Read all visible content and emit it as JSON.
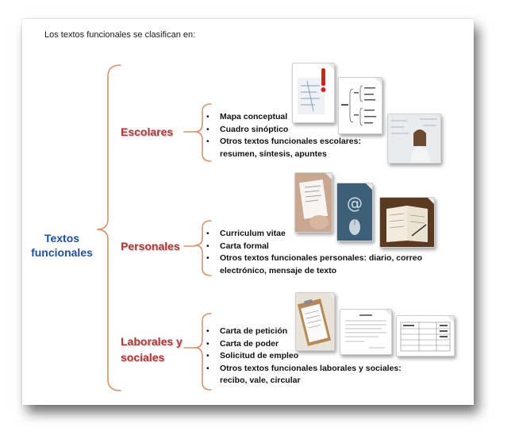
{
  "intro": "Los textos funcionales se clasifican en:",
  "main_label": [
    "Textos",
    "funcionales"
  ],
  "categories": [
    {
      "label": [
        "Escolares"
      ],
      "items": [
        "Mapa conceptual",
        "Cuadro sinóptico",
        "Otros textos funcionales escolares:"
      ],
      "continuation": "resumen, síntesis, apuntes"
    },
    {
      "label": [
        "Personales"
      ],
      "items": [
        "Curriculum vitae",
        "Carta formal",
        "Otros textos funcionales personales: diario, correo"
      ],
      "continuation": "electrónico, mensaje de texto"
    },
    {
      "label": [
        "Laborales y",
        "sociales"
      ],
      "items": [
        "Carta de petición",
        "Carta de poder",
        "Solicitud de empleo",
        "Otros textos funcionales laborales y sociales:"
      ],
      "continuation": "recibo, vale, circular"
    }
  ],
  "colors": {
    "main_label": "#1f4fa0",
    "category_label": "#b23a3a",
    "bracket": "#d9936a"
  }
}
